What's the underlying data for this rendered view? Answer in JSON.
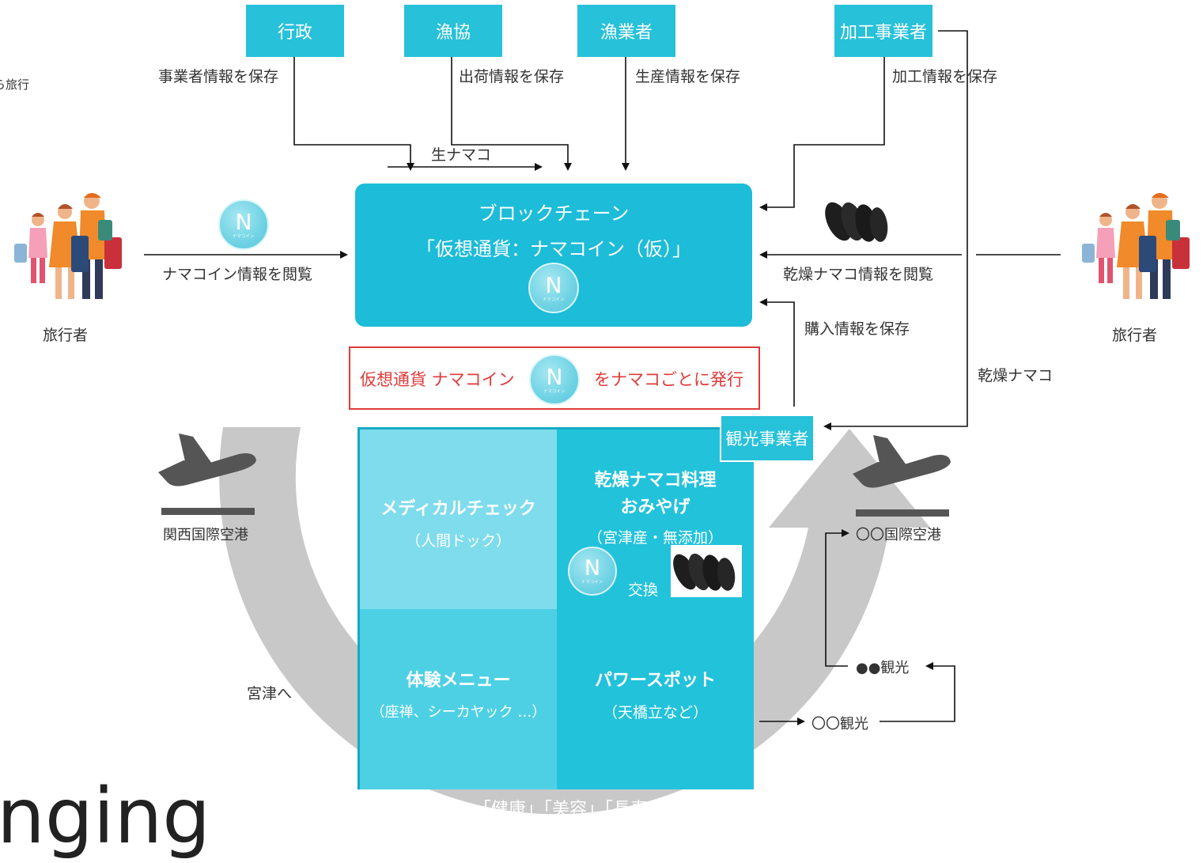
{
  "stakeholders": {
    "gov": "行政",
    "coop": "漁協",
    "fisher": "漁業者",
    "processor": "加工事業者"
  },
  "flows": {
    "gov_save": "事業者情報を保存",
    "coop_save": "出荷情報を保存",
    "fisher_save": "生産情報を保存",
    "processor_save": "加工情報を保存",
    "raw": "生ナマコ",
    "view_coin": "ナマコイン情報を閲覧",
    "view_dried": "乾燥ナマコ情報を閲覧",
    "purchase_save": "購入情報を保存",
    "dried": "乾燥ナマコ"
  },
  "blockchain": {
    "title": "ブロックチェーン",
    "subtitle": "「仮想通貨：ナマコイン（仮）」"
  },
  "coin": {
    "letter": "N",
    "text": "ナマコイン"
  },
  "issue_notice": {
    "left": "仮想通貨 ナマコイン",
    "right": "をナマコごとに発行"
  },
  "travelers": {
    "left": "旅行者",
    "right": "旅行者",
    "cut_text": "ら旅行"
  },
  "tourism_operator": "観光事業者",
  "grid": {
    "medical_title": "メディカルチェック",
    "medical_sub": "（人間ドック）",
    "cuisine_title1": "乾燥ナマコ料理",
    "cuisine_title2": "おみやげ",
    "cuisine_sub": "（宮津産・無添加）",
    "exchange": "交換",
    "experience_title": "体験メニュー",
    "experience_sub": "（座禅、シーカヤック …）",
    "power_title": "パワースポット",
    "power_sub": "（天橋立など）"
  },
  "theme": "テーマ：「健康」「美容」「長寿」",
  "airports": {
    "kansai": "関西国際空港",
    "other": "〇〇国際空港"
  },
  "to_miyazu": "宮津へ",
  "sightseeing": {
    "a": "●●観光",
    "b": "〇〇観光"
  },
  "bottom_text": "nging",
  "colors": {
    "accent": "#27c1d9",
    "chain": "#1dbcd8",
    "notice_red": "#e03a3a",
    "arc_gray": "#c8c8c8"
  }
}
